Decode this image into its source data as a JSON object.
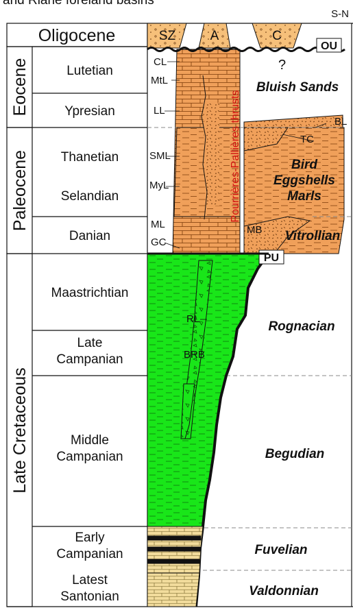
{
  "title": "and Riane foreland basins",
  "direction": "S-N",
  "colors": {
    "orange": "#f0a05a",
    "green": "#19e619",
    "sand": "#f2dc9c",
    "line": "#111111",
    "thrust_label": "#d01010"
  },
  "epochs": [
    {
      "label": "Oligocene"
    },
    {
      "label": "Eocene"
    },
    {
      "label": "Paleocene"
    },
    {
      "label": "Late Cretaceous"
    }
  ],
  "stages": [
    {
      "lines": [
        "Lutetian"
      ]
    },
    {
      "lines": [
        "Ypresian"
      ]
    },
    {
      "lines": [
        "Thanetian"
      ]
    },
    {
      "lines": [
        "Selandian"
      ]
    },
    {
      "lines": [
        "Danian"
      ]
    },
    {
      "lines": [
        "Maastrichtian"
      ]
    },
    {
      "lines": [
        "Late",
        "Campanian"
      ]
    },
    {
      "lines": [
        "Middle",
        "Campanian"
      ]
    },
    {
      "lines": [
        "Early",
        "Campanian"
      ]
    },
    {
      "lines": [
        "Latest",
        "Santonian"
      ]
    }
  ],
  "oligocene_units": [
    "SZ",
    "A",
    "C"
  ],
  "unconformities": {
    "upper": "OU",
    "lower": "PU"
  },
  "thrust_label": "Pourrières-Pallières thrusts",
  "members": [
    "CL",
    "MtL",
    "LL",
    "SML",
    "MyL",
    "ML",
    "GC",
    "RL",
    "BRB",
    "TC",
    "MB",
    "BL",
    "?"
  ],
  "formations": [
    {
      "lines": [
        "Bluish Sands"
      ]
    },
    {
      "lines": [
        "Bird",
        "Eggshells",
        "Marls"
      ]
    },
    {
      "lines": [
        "Vitrollian"
      ]
    },
    {
      "lines": [
        "Rognacian"
      ]
    },
    {
      "lines": [
        "Begudian"
      ]
    },
    {
      "lines": [
        "Fuvelian"
      ]
    },
    {
      "lines": [
        "Valdonnian"
      ]
    }
  ]
}
